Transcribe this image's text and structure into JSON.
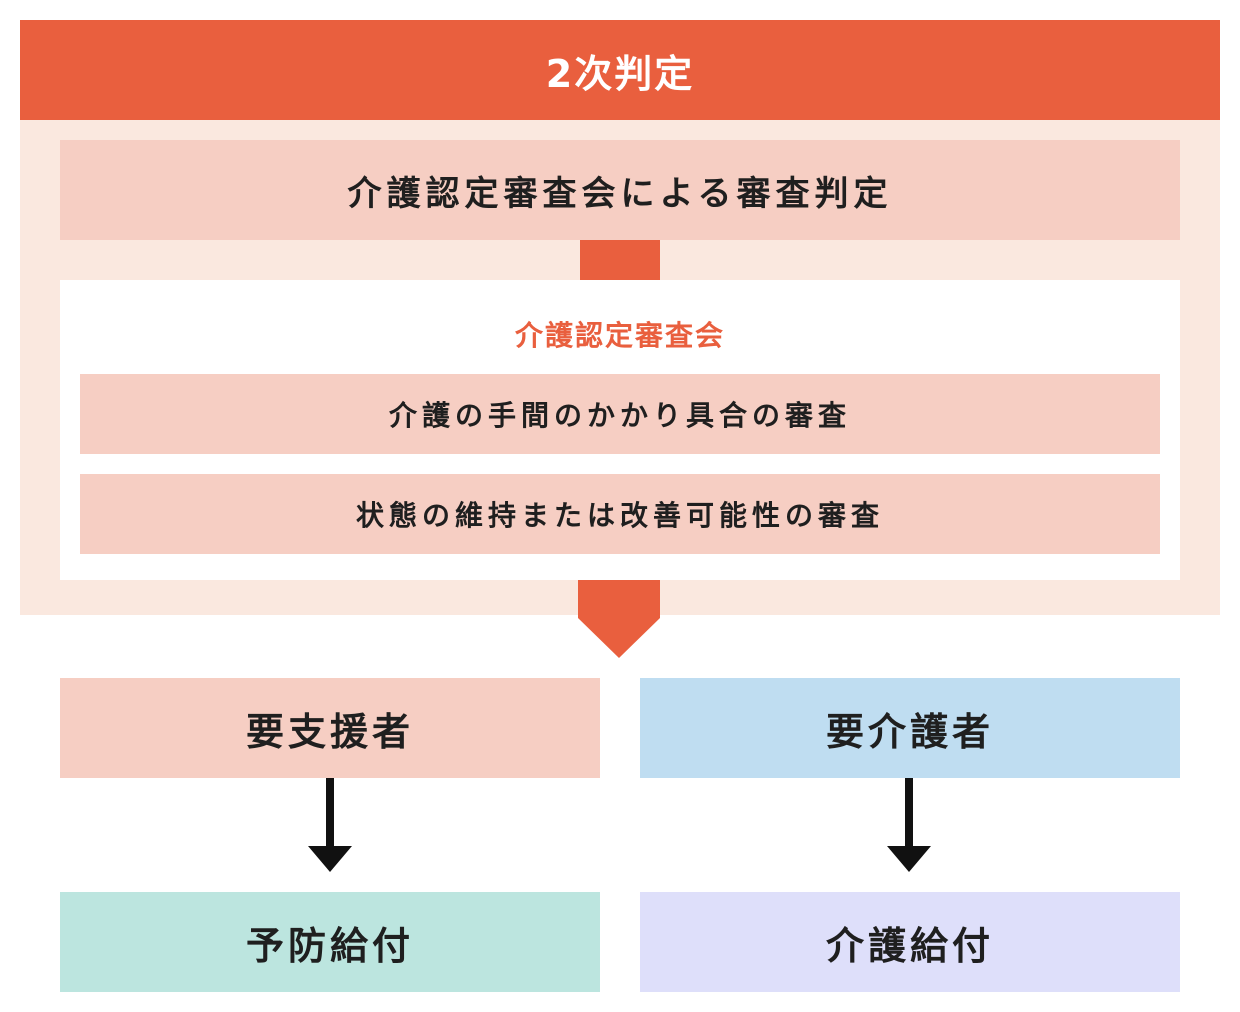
{
  "header": {
    "title": "2次判定"
  },
  "review": {
    "label": "介護認定審査会による審査判定"
  },
  "committee": {
    "title": "介護認定審査会",
    "items": [
      {
        "label": "介護の手間のかかり具合の審査"
      },
      {
        "label": "状態の維持または改善可能性の審査"
      }
    ]
  },
  "results": {
    "support": {
      "label": "要支援者",
      "benefit": "予防給付"
    },
    "care": {
      "label": "要介護者",
      "benefit": "介護給付"
    }
  },
  "colors": {
    "accent": "#E95F3E",
    "panel_bg": "#FAE8DF",
    "box_pink": "#F6CEC3",
    "box_blue": "#BFDDF1",
    "box_teal": "#BCE5DF",
    "box_lavender": "#DEDFFA"
  }
}
